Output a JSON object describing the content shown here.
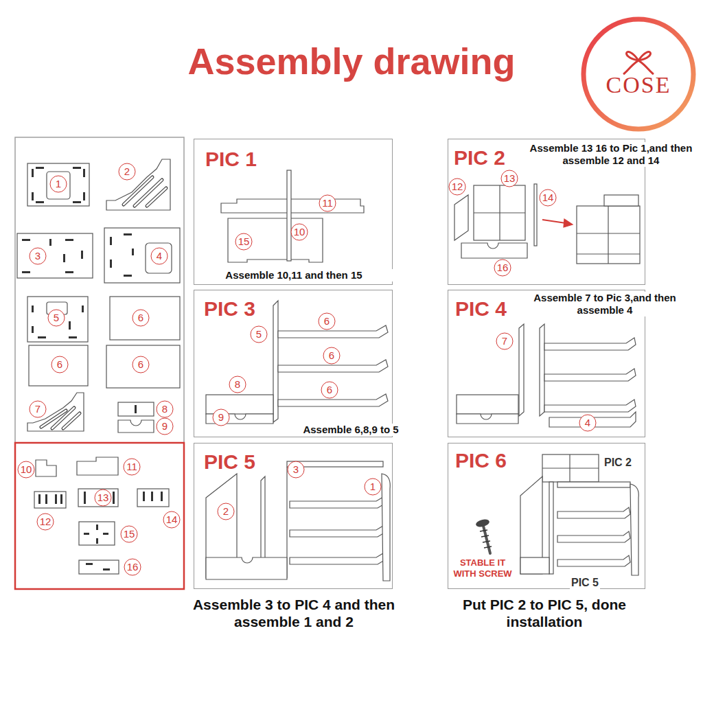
{
  "diagram": {
    "title": "Assembly drawing",
    "nodes": [
      {
        "text": [
          "PIC 1",
          "Assemble 10,11 and then 15"
        ]
      },
      {
        "text": [
          "PIC 2",
          "Assemble 13 16 to Pic 1,and then assemble 12 and 14"
        ]
      },
      {
        "text": [
          "PIC 3",
          "Assemble 6,8,9 to 5"
        ]
      },
      {
        "text": [
          "PIC 4",
          "Assemble 7 to Pic 3,and then assemble 4"
        ]
      },
      {
        "text": [
          "PIC 5",
          "Assemble 3 to PIC 4 and then assemble 1 and 2"
        ]
      },
      {
        "text": [
          "PIC 6",
          "Put PIC 2 to PIC 5, done installation"
        ]
      }
    ],
    "labels": [
      "COSE",
      "1",
      "2",
      "3",
      "4",
      "5",
      "6",
      "6",
      "6",
      "7",
      "8",
      "9",
      "10",
      "11",
      "12",
      "13",
      "14",
      "15",
      "16",
      "11",
      "10",
      "15",
      "13",
      "12",
      "14",
      "16",
      "6",
      "5",
      "6",
      "8",
      "6",
      "9",
      "7",
      "4",
      "3",
      "1",
      "2",
      "PIC 2",
      "STABLE IT WITH SCREW",
      "PIC 5"
    ]
  }
}
